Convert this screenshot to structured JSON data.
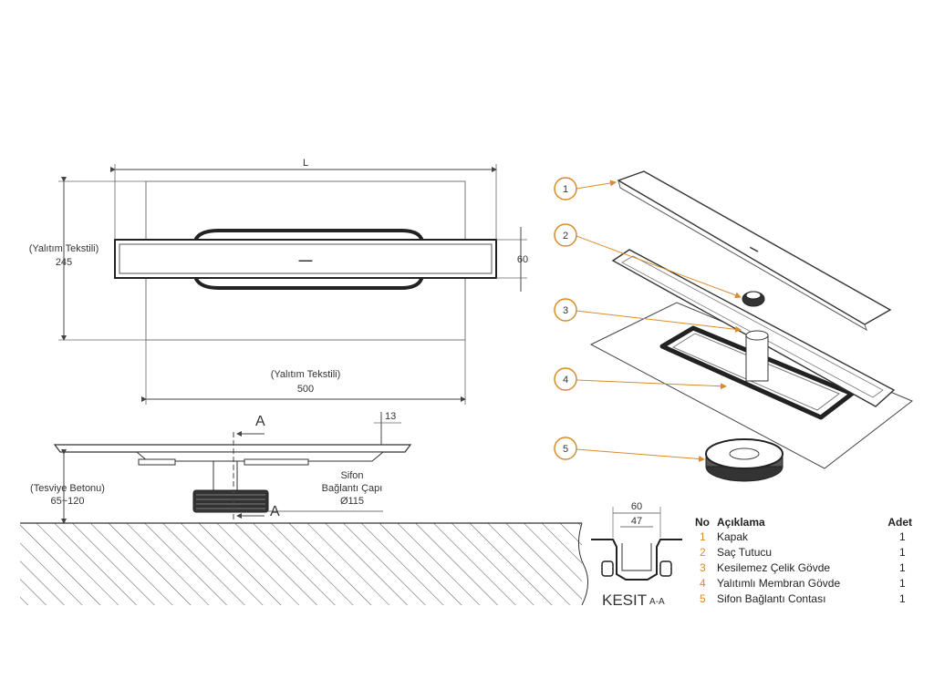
{
  "top_view": {
    "dim_L": "L",
    "left_label": "(Yalıtım Tekstili)",
    "left_value": "245",
    "right_value": "60",
    "bottom_label": "(Yalıtım Tekstili)",
    "bottom_value": "500"
  },
  "side_view": {
    "section_marker": "A",
    "dim_13": "13",
    "leveling_label": "(Tesviye Betonu)",
    "leveling_value": "65~120",
    "siphon_line1": "Sifon",
    "siphon_line2": "Bağlantı Çapı",
    "siphon_value": "Ø115"
  },
  "section": {
    "title": "KESIT",
    "subtitle": "A-A",
    "dim_outer": "60",
    "dim_inner": "47"
  },
  "callouts": [
    "1",
    "2",
    "3",
    "4",
    "5"
  ],
  "parts_table": {
    "headers": {
      "no": "No",
      "desc": "Açıklama",
      "qty": "Adet"
    },
    "rows": [
      {
        "no": "1",
        "desc": "Kapak",
        "qty": "1"
      },
      {
        "no": "2",
        "desc": "Saç Tutucu",
        "qty": "1"
      },
      {
        "no": "3",
        "desc": "Kesilemez Çelik Gövde",
        "qty": "1"
      },
      {
        "no": "4",
        "desc": "Yalıtımlı Membran Gövde",
        "qty": "1"
      },
      {
        "no": "5",
        "desc": "Sifon Bağlantı Contası",
        "qty": "1"
      }
    ],
    "number_color": "#d98b2b"
  },
  "colors": {
    "line": "#444444",
    "callout": "#d98b2b"
  }
}
